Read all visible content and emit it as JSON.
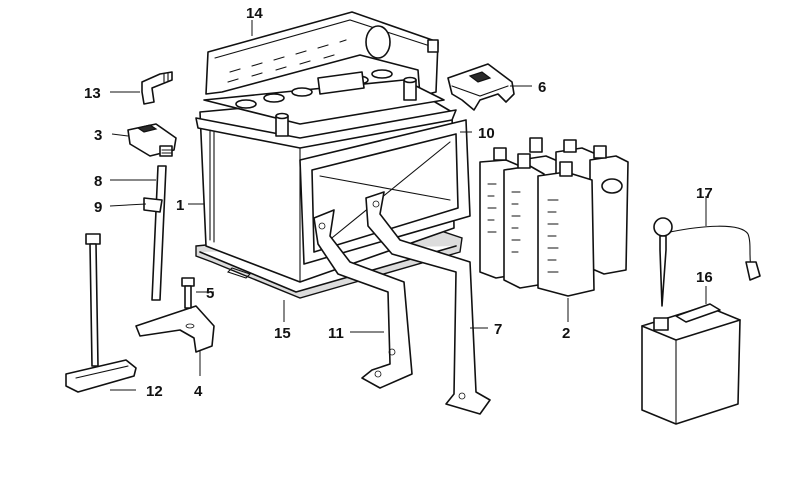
{
  "callouts": [
    {
      "id": "c1",
      "label": "1"
    },
    {
      "id": "c2",
      "label": "2"
    },
    {
      "id": "c3",
      "label": "3"
    },
    {
      "id": "c4",
      "label": "4"
    },
    {
      "id": "c5",
      "label": "5"
    },
    {
      "id": "c6",
      "label": "6"
    },
    {
      "id": "c7",
      "label": "7"
    },
    {
      "id": "c8",
      "label": "8"
    },
    {
      "id": "c9",
      "label": "9"
    },
    {
      "id": "c10",
      "label": "10"
    },
    {
      "id": "c11",
      "label": "11"
    },
    {
      "id": "c12",
      "label": "12"
    },
    {
      "id": "c13",
      "label": "13"
    },
    {
      "id": "c14",
      "label": "14"
    },
    {
      "id": "c15",
      "label": "15"
    },
    {
      "id": "c16",
      "label": "16"
    },
    {
      "id": "c17",
      "label": "17"
    }
  ],
  "colors": {
    "line": "#111111",
    "background": "#ffffff"
  }
}
